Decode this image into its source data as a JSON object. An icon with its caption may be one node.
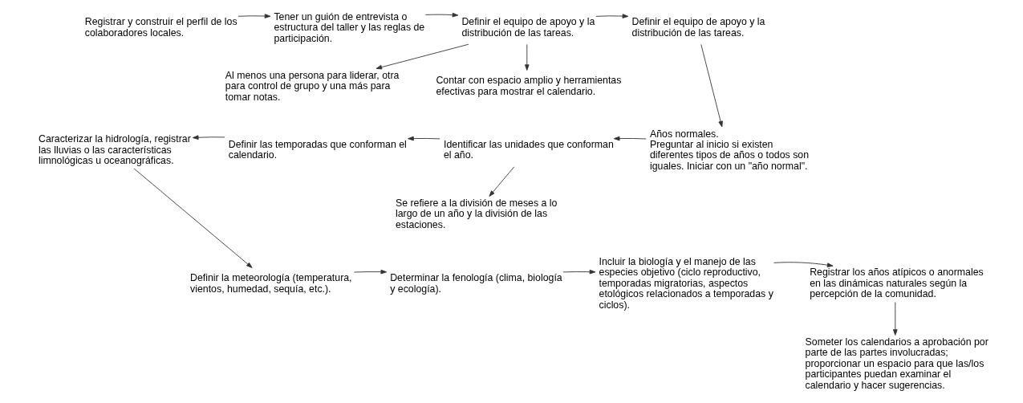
{
  "diagram": {
    "nodes": [
      {
        "text": [
          "Registrar y construir el perfil de los colaboradores locales."
        ]
      },
      {
        "text": [
          "Tener un guión de entrevista o estructura del taller y las reglas de participación."
        ]
      },
      {
        "text": [
          "Definir el equipo de apoyo y la distribución de las tareas."
        ]
      },
      {
        "text": [
          "Definir el equipo de apoyo y la distribución de las tareas."
        ]
      },
      {
        "text": [
          "Al menos una persona para liderar, otra para control de grupo y una más para tomar notas."
        ]
      },
      {
        "text": [
          "Contar con espacio amplio y herramientas efectivas para mostrar el calendario."
        ]
      },
      {
        "text": [
          "Años normales.",
          "Preguntar al inicio si existen diferentes tipos de años o todos son iguales. Iniciar con un \"año normal\"."
        ]
      },
      {
        "text": [
          "Identificar las unidades que conforman el año."
        ]
      },
      {
        "text": [
          "Se refiere a la división de meses a lo largo de un año y la división de las estaciones."
        ]
      },
      {
        "text": [
          "Definir las temporadas que conforman el calendario."
        ]
      },
      {
        "text": [
          "Caracterizar la hidrología, registrar las lluvias o las características limnológicas u oceanográficas."
        ]
      },
      {
        "text": [
          "Definir la meteorología (temperatura, vientos, humedad, sequía, etc.)."
        ]
      },
      {
        "text": [
          "Determinar la fenología (clima, biología y ecología)."
        ]
      },
      {
        "text": [
          "Incluir la biología y el manejo de las especies objetivo (ciclo reproductivo, temporadas migratorias, aspectos etológicos relacionados a temporadas y ciclos)."
        ]
      },
      {
        "text": [
          "Registrar los años atípicos o anormales en las dinámicas naturales según la percepción de la comunidad."
        ]
      },
      {
        "text": [
          "Someter los calendarios a aprobación por parte de las partes involucradas; proporcionar un espacio para que las/los participantes puedan examinar el calendario y hacer sugerencias."
        ]
      }
    ],
    "edges": [
      {
        "from": 0,
        "to": 1,
        "arrow": "to"
      },
      {
        "from": 1,
        "to": 2,
        "arrow": "to"
      },
      {
        "from": 2,
        "to": 3,
        "arrow": "to"
      },
      {
        "from": 2,
        "to": 4,
        "arrow": "to"
      },
      {
        "from": 2,
        "to": 5,
        "arrow": "to"
      },
      {
        "from": 3,
        "to": 6,
        "arrow": "to"
      },
      {
        "from": 6,
        "to": 7,
        "arrow": "to"
      },
      {
        "from": 7,
        "to": 8,
        "arrow": "to"
      },
      {
        "from": 7,
        "to": 9,
        "arrow": "to"
      },
      {
        "from": 9,
        "to": 10,
        "arrow": "to"
      },
      {
        "from": 10,
        "to": 11,
        "arrow": "to"
      },
      {
        "from": 11,
        "to": 12,
        "arrow": "to"
      },
      {
        "from": 12,
        "to": 13,
        "arrow": "to"
      },
      {
        "from": 13,
        "to": 14,
        "arrow": "to"
      },
      {
        "from": 14,
        "to": 15,
        "arrow": "to"
      }
    ]
  }
}
